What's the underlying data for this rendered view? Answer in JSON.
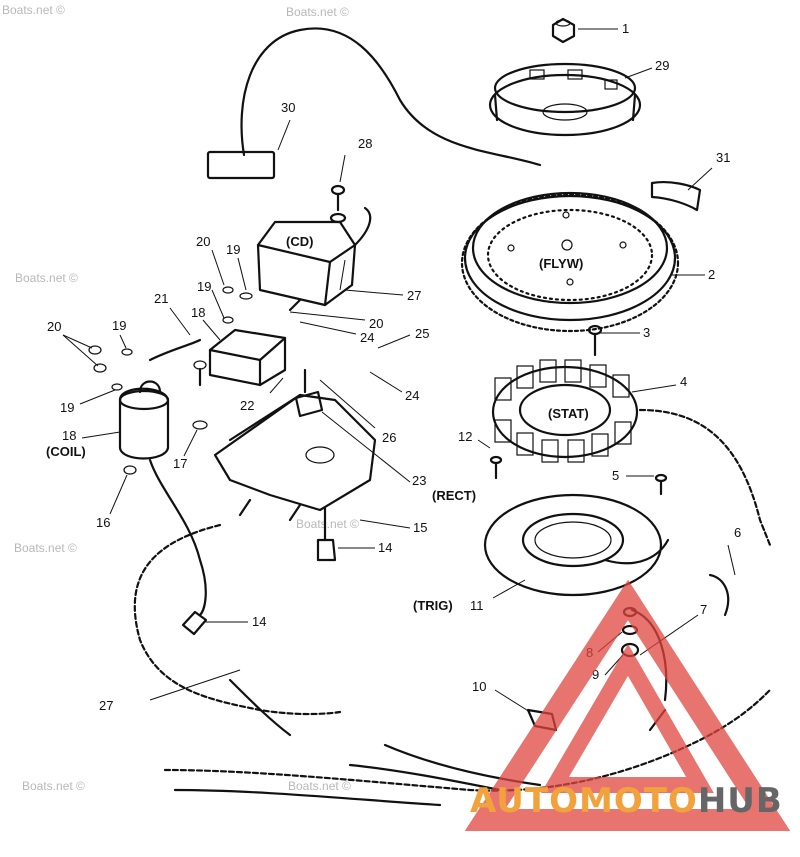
{
  "watermark": "Boats.net ©",
  "brand": {
    "part1": "AUTO",
    "part2": "MOTO",
    "part3": "HUB",
    "color_orange": "#f2a23c",
    "color_gray": "#666666",
    "triangle_color": "#e0463f"
  },
  "tags": {
    "cd": "(CD)",
    "flyw": "(FLYW)",
    "stat": "(STAT)",
    "coil": "(COIL)",
    "rect": "(RECT)",
    "trig": "(TRIG)"
  },
  "callouts": {
    "c1": "1",
    "c29": "29",
    "c31": "31",
    "c2": "2",
    "c3": "3",
    "c4": "4",
    "c5": "5",
    "c6": "6",
    "c7": "7",
    "c8": "8",
    "c9": "9",
    "c10": "10",
    "c11": "11",
    "c12": "12",
    "c14a": "14",
    "c14b": "14",
    "c15": "15",
    "c16": "16",
    "c17": "17",
    "c18": "18",
    "c18b": "18",
    "c19a": "19",
    "c19b": "19",
    "c19c": "19",
    "c19d": "19",
    "c20a": "20",
    "c20b": "20",
    "c20c": "20",
    "c21": "21",
    "c22": "22",
    "c23": "23",
    "c24a": "24",
    "c24b": "24",
    "c25": "25",
    "c26": "26",
    "c27a": "27",
    "c27b": "27",
    "c28": "28",
    "c30": "30"
  }
}
